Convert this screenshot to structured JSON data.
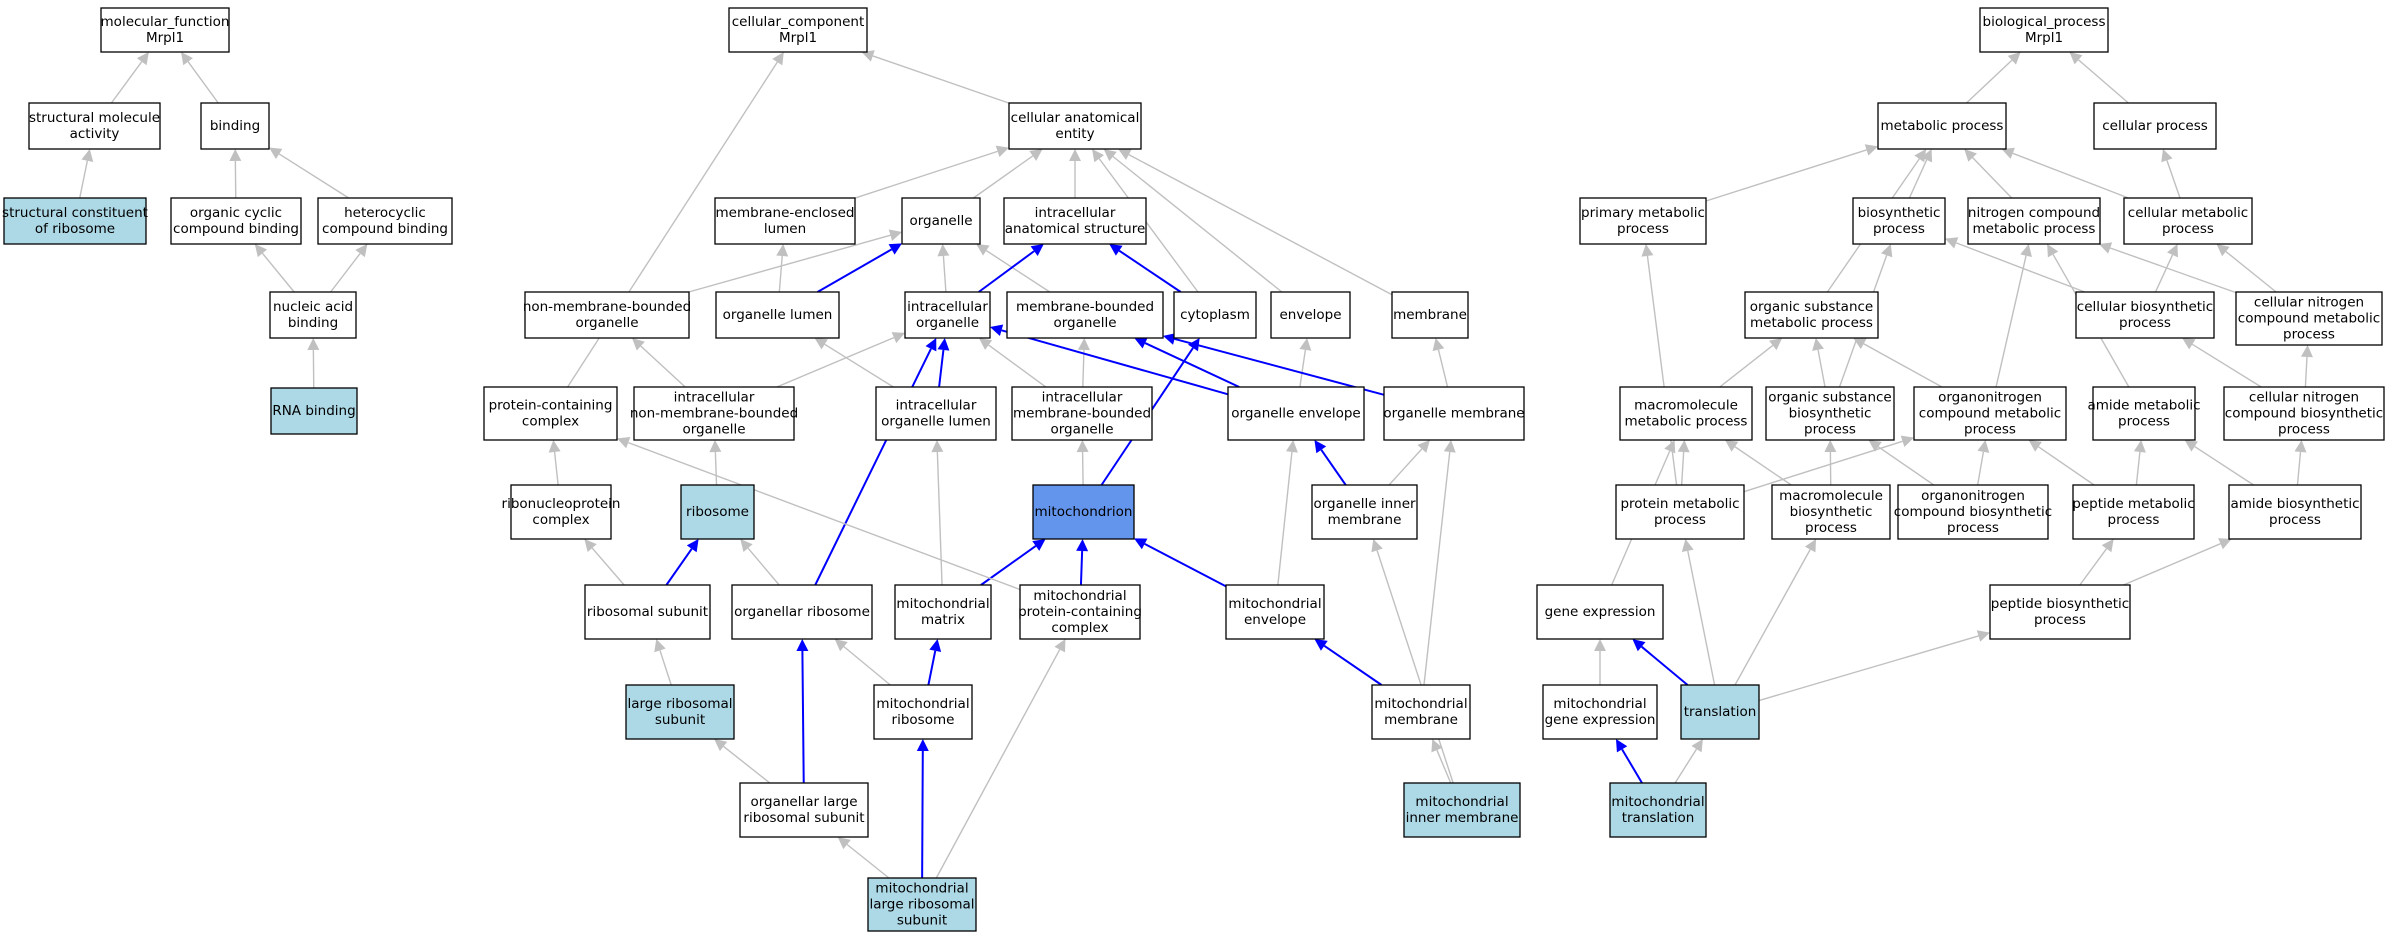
{
  "colors": {
    "node_fill": "#ffffff",
    "highlight_fill": "#add8e6",
    "focus_fill": "#6495ed",
    "border": "#000000",
    "edge_gray": "#c0c0c0",
    "edge_blue": "#0000ff"
  },
  "nodes": [
    {
      "id": "mf_root",
      "lines": [
        "molecular_function",
        "Mrpl1"
      ],
      "style": "plain"
    },
    {
      "id": "struct_mol",
      "lines": [
        "structural molecule",
        "activity"
      ],
      "style": "plain"
    },
    {
      "id": "binding",
      "lines": [
        "binding"
      ],
      "style": "plain"
    },
    {
      "id": "struct_const",
      "lines": [
        "structural constituent",
        "of ribosome"
      ],
      "style": "highlight"
    },
    {
      "id": "org_cyc",
      "lines": [
        "organic cyclic",
        "compound binding"
      ],
      "style": "plain"
    },
    {
      "id": "hetero",
      "lines": [
        "heterocyclic",
        "compound binding"
      ],
      "style": "plain"
    },
    {
      "id": "nucleic",
      "lines": [
        "nucleic acid",
        "binding"
      ],
      "style": "plain"
    },
    {
      "id": "rna_bind",
      "lines": [
        "RNA binding"
      ],
      "style": "highlight"
    },
    {
      "id": "cc_root",
      "lines": [
        "cellular_component",
        "Mrpl1"
      ],
      "style": "plain"
    },
    {
      "id": "cae",
      "lines": [
        "cellular anatomical",
        "entity"
      ],
      "style": "plain"
    },
    {
      "id": "mem_encl",
      "lines": [
        "membrane-enclosed",
        "lumen"
      ],
      "style": "plain"
    },
    {
      "id": "organelle",
      "lines": [
        "organelle"
      ],
      "style": "plain"
    },
    {
      "id": "ias",
      "lines": [
        "intracellular",
        "anatomical structure"
      ],
      "style": "plain"
    },
    {
      "id": "nmbo",
      "lines": [
        "non-membrane-bounded",
        "organelle"
      ],
      "style": "plain"
    },
    {
      "id": "org_lumen",
      "lines": [
        "organelle lumen"
      ],
      "style": "plain"
    },
    {
      "id": "intra_org",
      "lines": [
        "intracellular",
        "organelle"
      ],
      "style": "plain"
    },
    {
      "id": "mbo",
      "lines": [
        "membrane-bounded",
        "organelle"
      ],
      "style": "plain"
    },
    {
      "id": "cytoplasm",
      "lines": [
        "cytoplasm"
      ],
      "style": "plain"
    },
    {
      "id": "envelope",
      "lines": [
        "envelope"
      ],
      "style": "plain"
    },
    {
      "id": "membrane",
      "lines": [
        "membrane"
      ],
      "style": "plain"
    },
    {
      "id": "pcc",
      "lines": [
        "protein-containing",
        "complex"
      ],
      "style": "plain"
    },
    {
      "id": "inmbo",
      "lines": [
        "intracellular",
        "non-membrane-bounded",
        "organelle"
      ],
      "style": "plain"
    },
    {
      "id": "iol",
      "lines": [
        "intracellular",
        "organelle lumen"
      ],
      "style": "plain"
    },
    {
      "id": "imbo",
      "lines": [
        "intracellular",
        "membrane-bounded",
        "organelle"
      ],
      "style": "plain"
    },
    {
      "id": "org_env",
      "lines": [
        "organelle envelope"
      ],
      "style": "plain"
    },
    {
      "id": "org_mem",
      "lines": [
        "organelle membrane"
      ],
      "style": "plain"
    },
    {
      "id": "rnp",
      "lines": [
        "ribonucleoprotein",
        "complex"
      ],
      "style": "plain"
    },
    {
      "id": "ribosome",
      "lines": [
        "ribosome"
      ],
      "style": "highlight"
    },
    {
      "id": "mito",
      "lines": [
        "mitochondrion"
      ],
      "style": "focus"
    },
    {
      "id": "oim",
      "lines": [
        "organelle inner",
        "membrane"
      ],
      "style": "plain"
    },
    {
      "id": "rib_sub",
      "lines": [
        "ribosomal subunit"
      ],
      "style": "plain"
    },
    {
      "id": "org_rib",
      "lines": [
        "organellar ribosome"
      ],
      "style": "plain"
    },
    {
      "id": "mito_matrix",
      "lines": [
        "mitochondrial",
        "matrix"
      ],
      "style": "plain"
    },
    {
      "id": "mito_pcc",
      "lines": [
        "mitochondrial",
        "protein-containing",
        "complex"
      ],
      "style": "plain"
    },
    {
      "id": "mito_env",
      "lines": [
        "mitochondrial",
        "envelope"
      ],
      "style": "plain"
    },
    {
      "id": "lrs",
      "lines": [
        "large ribosomal",
        "subunit"
      ],
      "style": "highlight"
    },
    {
      "id": "mito_rib",
      "lines": [
        "mitochondrial",
        "ribosome"
      ],
      "style": "plain"
    },
    {
      "id": "mito_mem",
      "lines": [
        "mitochondrial",
        "membrane"
      ],
      "style": "plain"
    },
    {
      "id": "olrs",
      "lines": [
        "organellar large",
        "ribosomal subunit"
      ],
      "style": "plain"
    },
    {
      "id": "mim",
      "lines": [
        "mitochondrial",
        "inner membrane"
      ],
      "style": "highlight"
    },
    {
      "id": "mlrs",
      "lines": [
        "mitochondrial",
        "large ribosomal",
        "subunit"
      ],
      "style": "highlight"
    },
    {
      "id": "bp_root",
      "lines": [
        "biological_process",
        "Mrpl1"
      ],
      "style": "plain"
    },
    {
      "id": "met_proc",
      "lines": [
        "metabolic process"
      ],
      "style": "plain"
    },
    {
      "id": "cell_proc",
      "lines": [
        "cellular process"
      ],
      "style": "plain"
    },
    {
      "id": "prim_met",
      "lines": [
        "primary metabolic",
        "process"
      ],
      "style": "plain"
    },
    {
      "id": "biosyn",
      "lines": [
        "biosynthetic",
        "process"
      ],
      "style": "plain"
    },
    {
      "id": "ncmp",
      "lines": [
        "nitrogen compound",
        "metabolic process"
      ],
      "style": "plain"
    },
    {
      "id": "cmp",
      "lines": [
        "cellular metabolic",
        "process"
      ],
      "style": "plain"
    },
    {
      "id": "osmp",
      "lines": [
        "organic substance",
        "metabolic process"
      ],
      "style": "plain"
    },
    {
      "id": "cbp",
      "lines": [
        "cellular biosynthetic",
        "process"
      ],
      "style": "plain"
    },
    {
      "id": "cncmp",
      "lines": [
        "cellular nitrogen",
        "compound metabolic",
        "process"
      ],
      "style": "plain"
    },
    {
      "id": "mmp",
      "lines": [
        "macromolecule",
        "metabolic process"
      ],
      "style": "plain"
    },
    {
      "id": "osbp",
      "lines": [
        "organic substance",
        "biosynthetic",
        "process"
      ],
      "style": "plain"
    },
    {
      "id": "oncmp",
      "lines": [
        "organonitrogen",
        "compound metabolic",
        "process"
      ],
      "style": "plain"
    },
    {
      "id": "amp",
      "lines": [
        "amide metabolic",
        "process"
      ],
      "style": "plain"
    },
    {
      "id": "cncbp",
      "lines": [
        "cellular nitrogen",
        "compound biosynthetic",
        "process"
      ],
      "style": "plain"
    },
    {
      "id": "pmp",
      "lines": [
        "protein metabolic",
        "process"
      ],
      "style": "plain"
    },
    {
      "id": "mbp",
      "lines": [
        "macromolecule",
        "biosynthetic",
        "process"
      ],
      "style": "plain"
    },
    {
      "id": "oncbp",
      "lines": [
        "organonitrogen",
        "compound biosynthetic",
        "process"
      ],
      "style": "plain"
    },
    {
      "id": "pepmp",
      "lines": [
        "peptide metabolic",
        "process"
      ],
      "style": "plain"
    },
    {
      "id": "abp",
      "lines": [
        "amide biosynthetic",
        "process"
      ],
      "style": "plain"
    },
    {
      "id": "gene_exp",
      "lines": [
        "gene expression"
      ],
      "style": "plain"
    },
    {
      "id": "pbp",
      "lines": [
        "peptide biosynthetic",
        "process"
      ],
      "style": "plain"
    },
    {
      "id": "mge",
      "lines": [
        "mitochondrial",
        "gene expression"
      ],
      "style": "plain"
    },
    {
      "id": "translation",
      "lines": [
        "translation"
      ],
      "style": "highlight"
    },
    {
      "id": "mtrans",
      "lines": [
        "mitochondrial",
        "translation"
      ],
      "style": "highlight"
    }
  ],
  "edges": [
    {
      "from": "struct_mol",
      "to": "mf_root",
      "color": "gray"
    },
    {
      "from": "binding",
      "to": "mf_root",
      "color": "gray"
    },
    {
      "from": "struct_const",
      "to": "struct_mol",
      "color": "gray"
    },
    {
      "from": "org_cyc",
      "to": "binding",
      "color": "gray"
    },
    {
      "from": "hetero",
      "to": "binding",
      "color": "gray"
    },
    {
      "from": "nucleic",
      "to": "org_cyc",
      "color": "gray"
    },
    {
      "from": "nucleic",
      "to": "hetero",
      "color": "gray"
    },
    {
      "from": "rna_bind",
      "to": "nucleic",
      "color": "gray"
    },
    {
      "from": "cae",
      "to": "cc_root",
      "color": "gray"
    },
    {
      "from": "pcc",
      "to": "cc_root",
      "color": "gray"
    },
    {
      "from": "mem_encl",
      "to": "cae",
      "color": "gray"
    },
    {
      "from": "organelle",
      "to": "cae",
      "color": "gray"
    },
    {
      "from": "ias",
      "to": "cae",
      "color": "gray"
    },
    {
      "from": "cytoplasm",
      "to": "cae",
      "color": "gray"
    },
    {
      "from": "envelope",
      "to": "cae",
      "color": "gray"
    },
    {
      "from": "membrane",
      "to": "cae",
      "color": "gray"
    },
    {
      "from": "nmbo",
      "to": "organelle",
      "color": "gray"
    },
    {
      "from": "org_lumen",
      "to": "organelle",
      "color": "blue"
    },
    {
      "from": "intra_org",
      "to": "organelle",
      "color": "gray"
    },
    {
      "from": "mbo",
      "to": "organelle",
      "color": "gray"
    },
    {
      "from": "org_lumen",
      "to": "mem_encl",
      "color": "gray"
    },
    {
      "from": "intra_org",
      "to": "ias",
      "color": "blue"
    },
    {
      "from": "cytoplasm",
      "to": "ias",
      "color": "blue"
    },
    {
      "from": "inmbo",
      "to": "nmbo",
      "color": "gray"
    },
    {
      "from": "inmbo",
      "to": "intra_org",
      "color": "gray"
    },
    {
      "from": "iol",
      "to": "org_lumen",
      "color": "gray"
    },
    {
      "from": "iol",
      "to": "intra_org",
      "color": "blue"
    },
    {
      "from": "imbo",
      "to": "intra_org",
      "color": "gray"
    },
    {
      "from": "imbo",
      "to": "mbo",
      "color": "gray"
    },
    {
      "from": "org_env",
      "to": "intra_org",
      "color": "blue"
    },
    {
      "from": "org_env",
      "to": "mbo",
      "color": "blue"
    },
    {
      "from": "org_env",
      "to": "envelope",
      "color": "gray"
    },
    {
      "from": "org_mem",
      "to": "mbo",
      "color": "blue"
    },
    {
      "from": "org_mem",
      "to": "membrane",
      "color": "gray"
    },
    {
      "from": "rnp",
      "to": "pcc",
      "color": "gray"
    },
    {
      "from": "ribosome",
      "to": "inmbo",
      "color": "gray"
    },
    {
      "from": "mito",
      "to": "imbo",
      "color": "gray"
    },
    {
      "from": "mito",
      "to": "cytoplasm",
      "color": "blue"
    },
    {
      "from": "oim",
      "to": "org_mem",
      "color": "gray"
    },
    {
      "from": "oim",
      "to": "org_env",
      "color": "blue"
    },
    {
      "from": "rib_sub",
      "to": "rnp",
      "color": "gray"
    },
    {
      "from": "rib_sub",
      "to": "ribosome",
      "color": "blue"
    },
    {
      "from": "org_rib",
      "to": "ribosome",
      "color": "gray"
    },
    {
      "from": "org_rib",
      "to": "intra_org",
      "color": "blue"
    },
    {
      "from": "mito_matrix",
      "to": "iol",
      "color": "gray"
    },
    {
      "from": "mito_matrix",
      "to": "mito",
      "color": "blue"
    },
    {
      "from": "mito_pcc",
      "to": "pcc",
      "color": "gray"
    },
    {
      "from": "mito_pcc",
      "to": "mito",
      "color": "blue"
    },
    {
      "from": "mito_env",
      "to": "org_env",
      "color": "gray"
    },
    {
      "from": "mito_env",
      "to": "mito",
      "color": "blue"
    },
    {
      "from": "lrs",
      "to": "rib_sub",
      "color": "gray"
    },
    {
      "from": "mito_rib",
      "to": "org_rib",
      "color": "gray"
    },
    {
      "from": "mito_rib",
      "to": "mito_matrix",
      "color": "blue"
    },
    {
      "from": "mito_mem",
      "to": "org_mem",
      "color": "gray"
    },
    {
      "from": "mito_mem",
      "to": "mito_env",
      "color": "blue"
    },
    {
      "from": "olrs",
      "to": "lrs",
      "color": "gray"
    },
    {
      "from": "olrs",
      "to": "org_rib",
      "color": "blue"
    },
    {
      "from": "mim",
      "to": "mito_mem",
      "color": "gray"
    },
    {
      "from": "mim",
      "to": "oim",
      "color": "gray"
    },
    {
      "from": "mlrs",
      "to": "olrs",
      "color": "gray"
    },
    {
      "from": "mlrs",
      "to": "mito_rib",
      "color": "blue"
    },
    {
      "from": "mlrs",
      "to": "mito_pcc",
      "color": "gray"
    },
    {
      "from": "met_proc",
      "to": "bp_root",
      "color": "gray"
    },
    {
      "from": "cell_proc",
      "to": "bp_root",
      "color": "gray"
    },
    {
      "from": "prim_met",
      "to": "met_proc",
      "color": "gray"
    },
    {
      "from": "biosyn",
      "to": "met_proc",
      "color": "gray"
    },
    {
      "from": "ncmp",
      "to": "met_proc",
      "color": "gray"
    },
    {
      "from": "cmp",
      "to": "met_proc",
      "color": "gray"
    },
    {
      "from": "cmp",
      "to": "cell_proc",
      "color": "gray"
    },
    {
      "from": "osmp",
      "to": "met_proc",
      "color": "gray"
    },
    {
      "from": "cbp",
      "to": "biosyn",
      "color": "gray"
    },
    {
      "from": "cbp",
      "to": "cmp",
      "color": "gray"
    },
    {
      "from": "cncmp",
      "to": "cmp",
      "color": "gray"
    },
    {
      "from": "cncmp",
      "to": "ncmp",
      "color": "gray"
    },
    {
      "from": "mmp",
      "to": "osmp",
      "color": "gray"
    },
    {
      "from": "osbp",
      "to": "osmp",
      "color": "gray"
    },
    {
      "from": "osbp",
      "to": "biosyn",
      "color": "gray"
    },
    {
      "from": "oncmp",
      "to": "osmp",
      "color": "gray"
    },
    {
      "from": "oncmp",
      "to": "ncmp",
      "color": "gray"
    },
    {
      "from": "amp",
      "to": "ncmp",
      "color": "gray"
    },
    {
      "from": "cncbp",
      "to": "cbp",
      "color": "gray"
    },
    {
      "from": "cncbp",
      "to": "cncmp",
      "color": "gray"
    },
    {
      "from": "pmp",
      "to": "prim_met",
      "color": "gray"
    },
    {
      "from": "pmp",
      "to": "mmp",
      "color": "gray"
    },
    {
      "from": "pmp",
      "to": "oncmp",
      "color": "gray"
    },
    {
      "from": "mbp",
      "to": "mmp",
      "color": "gray"
    },
    {
      "from": "mbp",
      "to": "osbp",
      "color": "gray"
    },
    {
      "from": "oncbp",
      "to": "oncmp",
      "color": "gray"
    },
    {
      "from": "oncbp",
      "to": "osbp",
      "color": "gray"
    },
    {
      "from": "pepmp",
      "to": "oncmp",
      "color": "gray"
    },
    {
      "from": "pepmp",
      "to": "amp",
      "color": "gray"
    },
    {
      "from": "abp",
      "to": "amp",
      "color": "gray"
    },
    {
      "from": "abp",
      "to": "cncbp",
      "color": "gray"
    },
    {
      "from": "gene_exp",
      "to": "mmp",
      "color": "gray"
    },
    {
      "from": "pbp",
      "to": "pepmp",
      "color": "gray"
    },
    {
      "from": "pbp",
      "to": "abp",
      "color": "gray"
    },
    {
      "from": "mge",
      "to": "gene_exp",
      "color": "gray"
    },
    {
      "from": "translation",
      "to": "gene_exp",
      "color": "blue"
    },
    {
      "from": "translation",
      "to": "pmp",
      "color": "gray"
    },
    {
      "from": "translation",
      "to": "mbp",
      "color": "gray"
    },
    {
      "from": "translation",
      "to": "pbp",
      "color": "gray"
    },
    {
      "from": "mtrans",
      "to": "translation",
      "color": "gray"
    },
    {
      "from": "mtrans",
      "to": "mge",
      "color": "blue"
    }
  ]
}
